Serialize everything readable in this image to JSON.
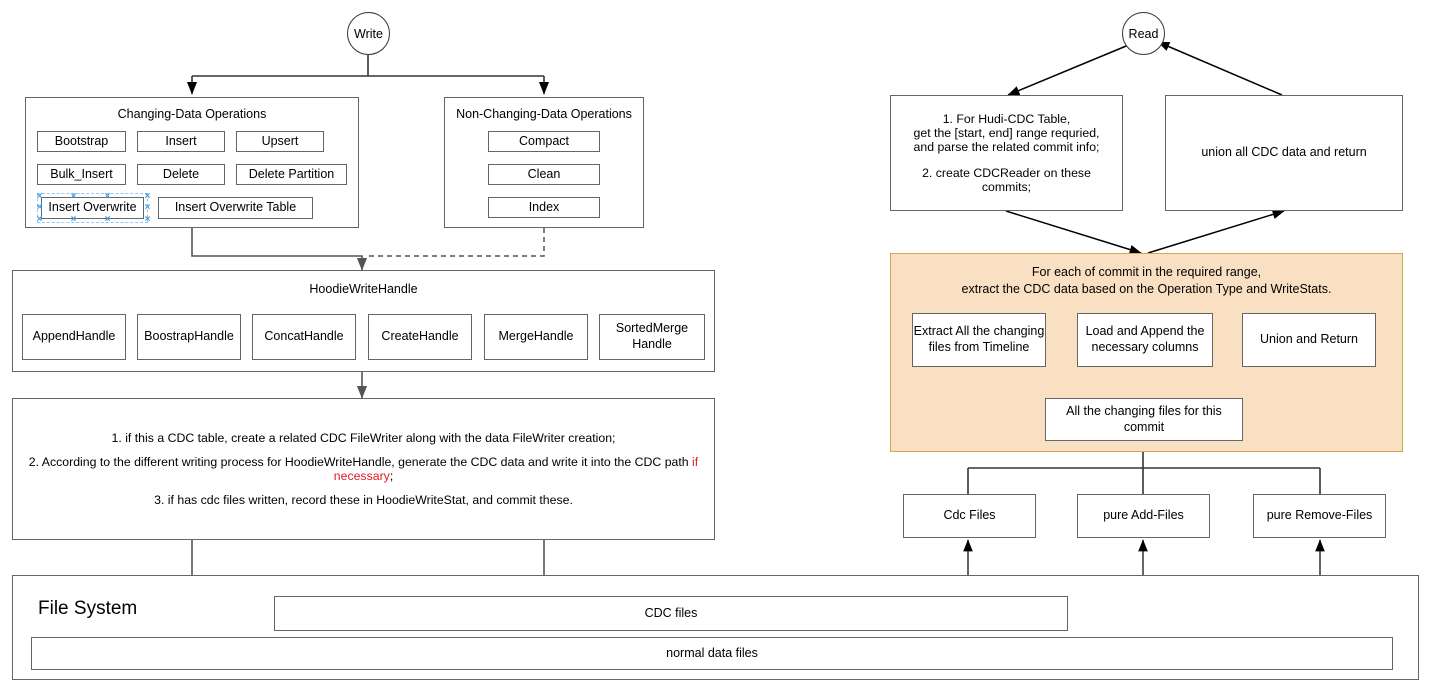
{
  "write_flow": {
    "start_label": "Write",
    "changing_ops": {
      "title": "Changing-Data Operations",
      "items": [
        "Bootstrap",
        "Insert",
        "Upsert",
        "Bulk_Insert",
        "Delete",
        "Delete Partition",
        "Insert  Overwrite",
        "Insert  Overwrite Table"
      ],
      "selected_item": "Insert  Overwrite"
    },
    "non_changing_ops": {
      "title": "Non-Changing-Data Operations",
      "items": [
        "Compact",
        "Clean",
        "Index"
      ]
    },
    "handle_group": {
      "title": "HoodieWriteHandle",
      "items": [
        "AppendHandle",
        "BoostrapHandle",
        "ConcatHandle",
        "CreateHandle",
        "MergeHandle",
        "SortedMerge Handle"
      ]
    },
    "cdc_steps": {
      "line1": "1. if this a CDC table, create a related CDC FileWriter along with the data FileWriter creation;",
      "line2a": "2. According to the different writing process for HoodieWriteHandle, generate the CDC data and write it into the CDC path ",
      "line2_red": "if necessary",
      "line2b": ";",
      "line3": "3. if has cdc files written, record these in HoodieWriteStat, and commit these."
    },
    "file_system": {
      "label": "File System",
      "cdc_files": "CDC files",
      "normal_data_files": "normal data files"
    }
  },
  "read_flow": {
    "start_label": "Read",
    "reader_setup": {
      "line1": "1. For Hudi-CDC Table,",
      "line2": "get the [start, end] range requried,",
      "line3": "and parse the related commit info;",
      "line4": "2. create CDCReader on these",
      "line5": "commits;"
    },
    "union_return": "union all CDC data and return",
    "extract_panel": {
      "title_line1": "For each of commit in the required range,",
      "title_line2": "extract the CDC data based on the Operation Type and WriteStats.",
      "step_extract": "Extract All the changing files from Timeline",
      "step_load": "Load and Append the necessary columns",
      "step_union": "Union and Return",
      "step_all_files": "All the changing files for this commit"
    },
    "file_sources": [
      "Cdc Files",
      "pure Add-Files",
      "pure Remove-Files"
    ]
  },
  "colors": {
    "panel_fill": "#fae0c3",
    "panel_border": "#d6a657",
    "box_border": "#666666",
    "accent_red": "#e01b24",
    "selection_blue": "#3b9de8"
  }
}
